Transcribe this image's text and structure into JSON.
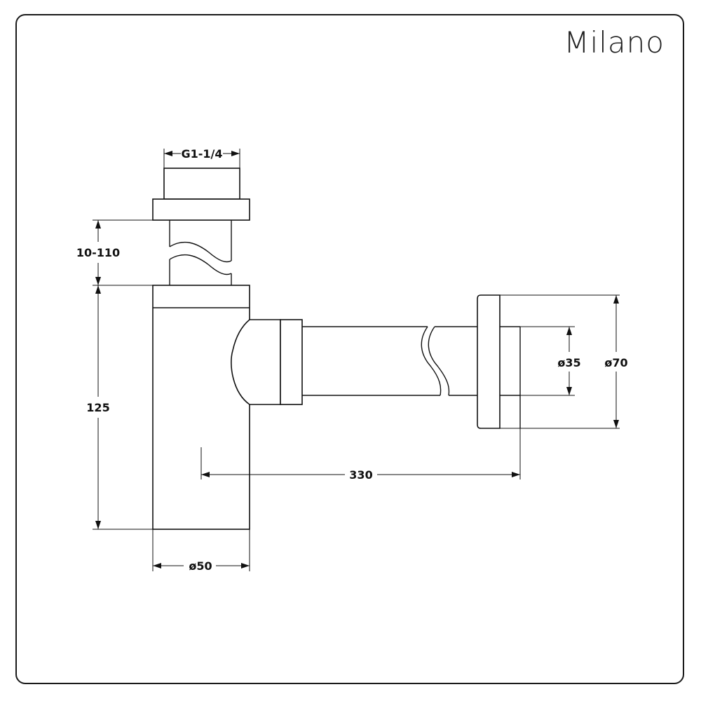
{
  "brand": "Milano",
  "dimensions": {
    "thread": "G1-1/4",
    "extension_range": "10-110",
    "body_height": "125",
    "body_diameter": "ø50",
    "outlet_length": "330",
    "pipe_diameter": "ø35",
    "flange_diameter": "ø70"
  }
}
